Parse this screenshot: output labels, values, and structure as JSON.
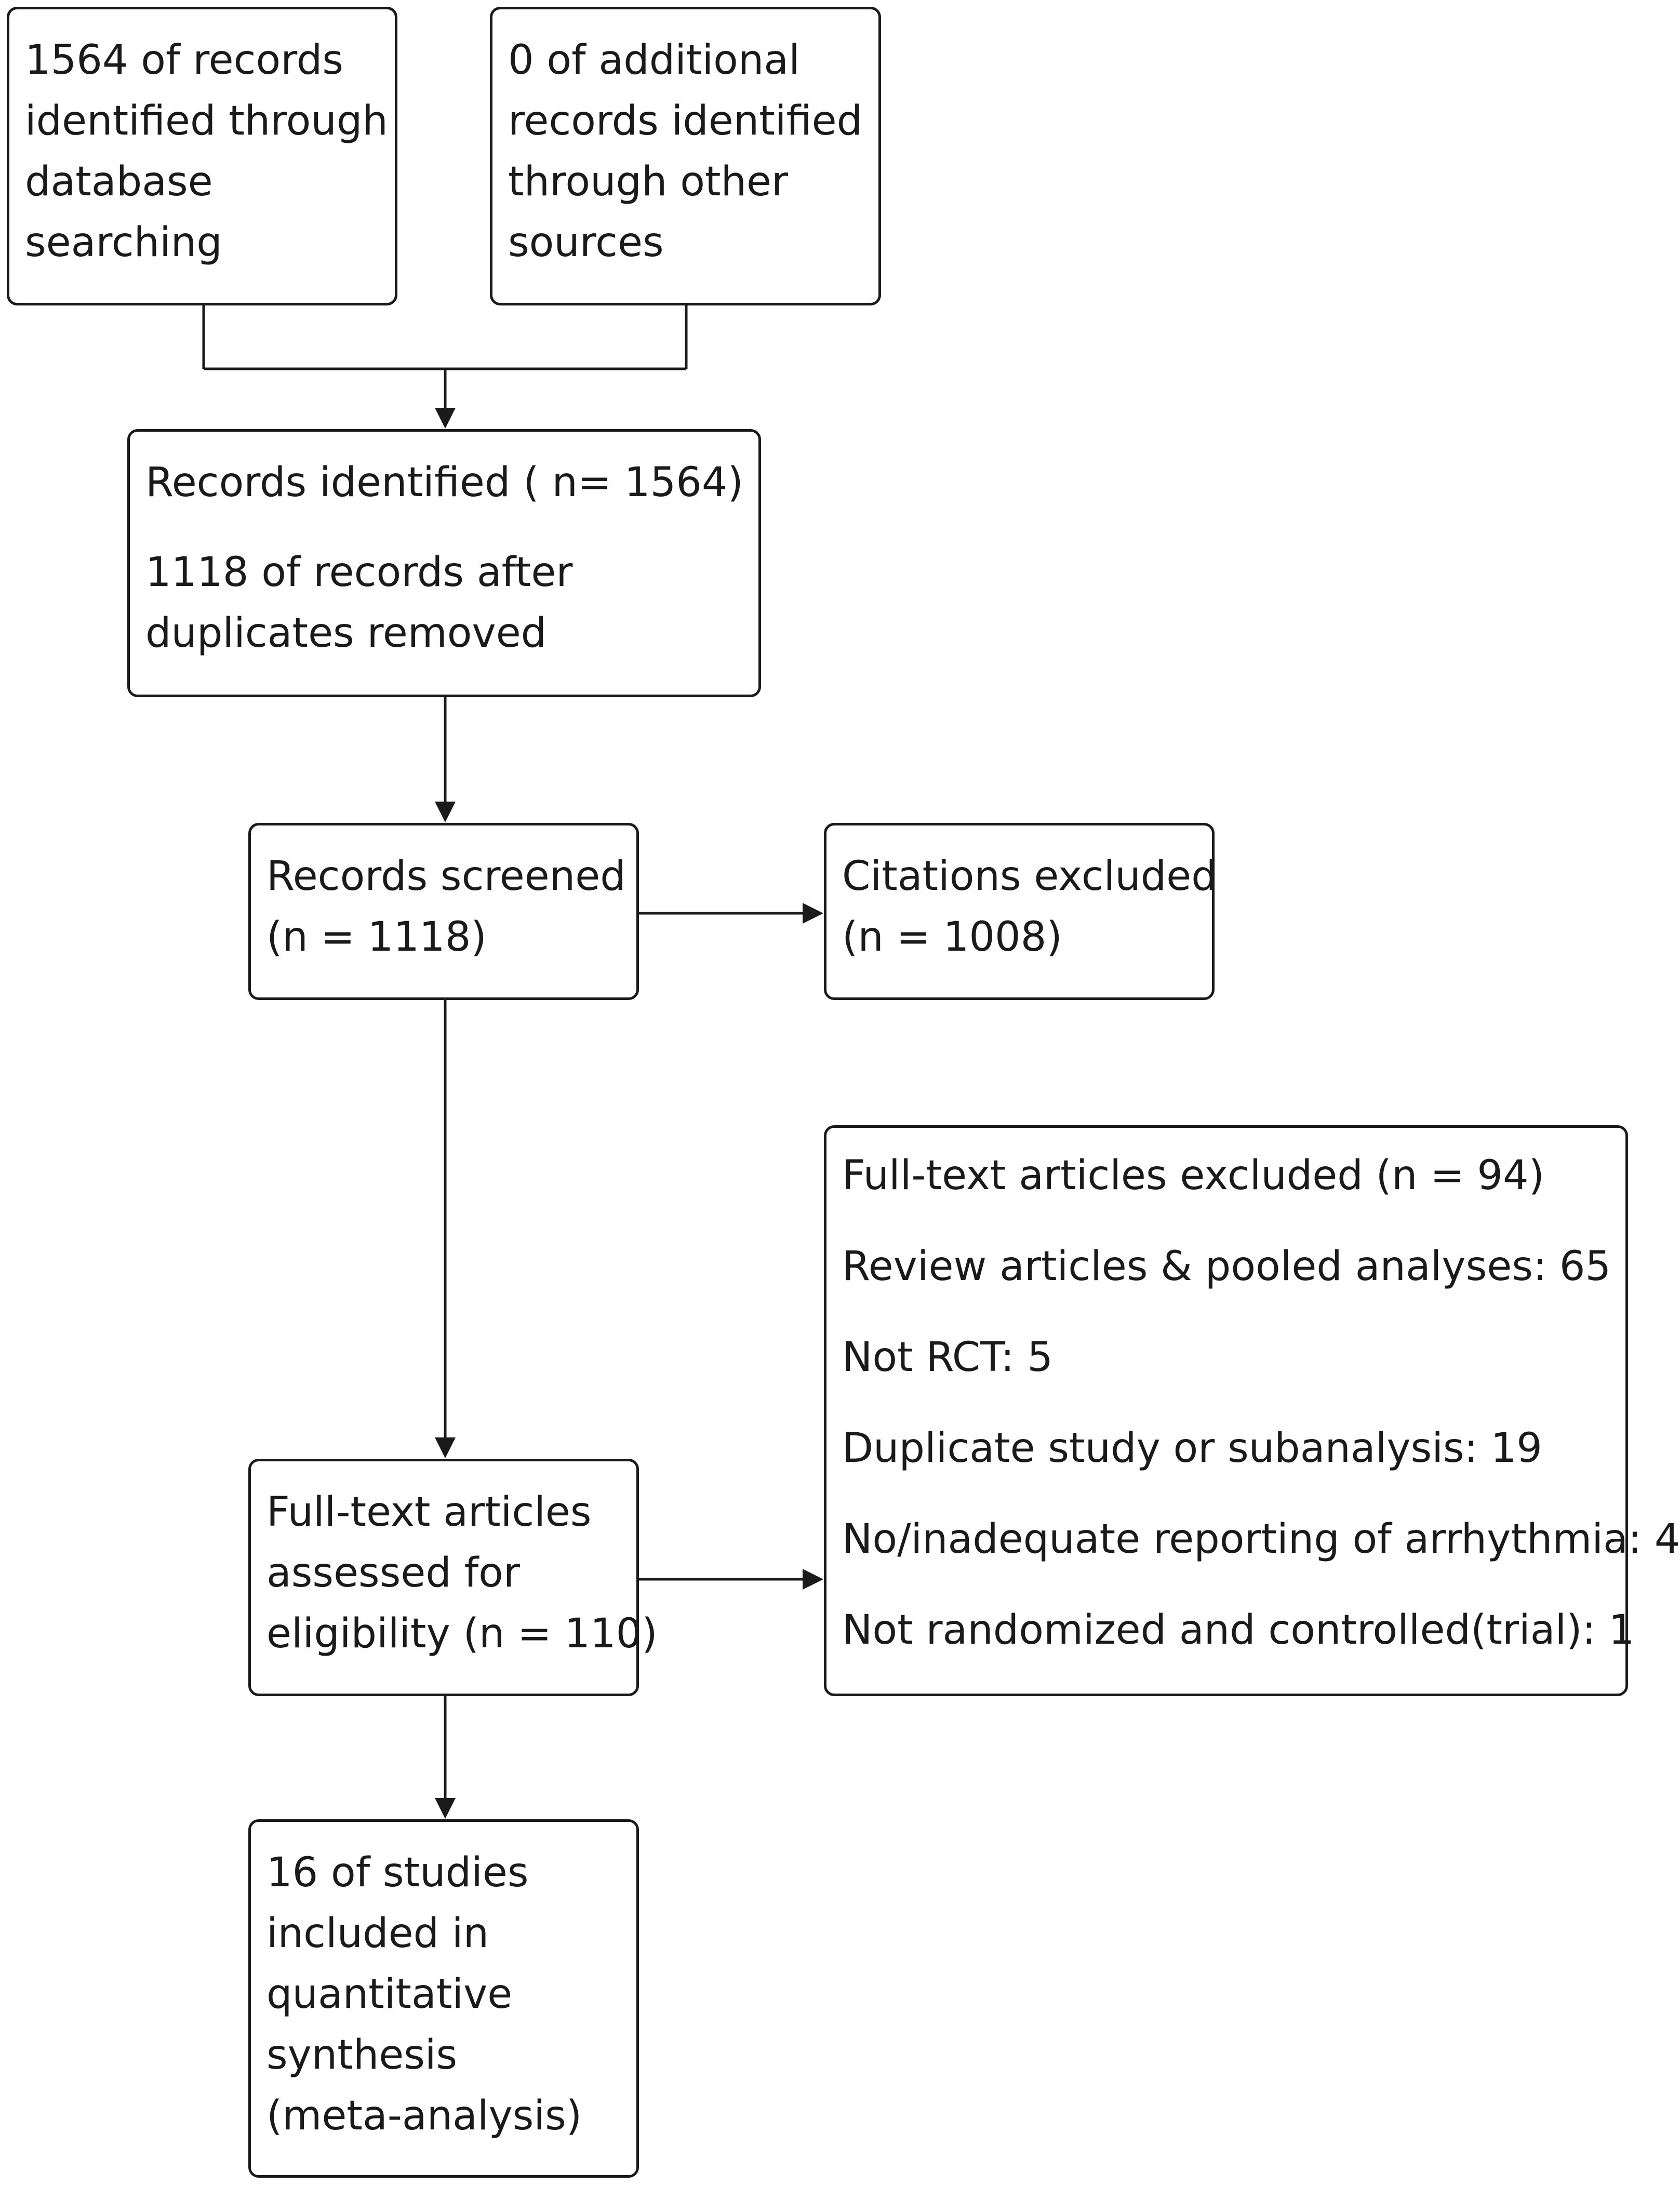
{
  "boxes": {
    "database_records": {
      "lines": [
        "1564 of records",
        "identified through",
        "database",
        "searching"
      ]
    },
    "other_records": {
      "lines": [
        "0 of additional",
        "records identified",
        "through other",
        "sources"
      ]
    },
    "records_identified": {
      "title": "Records identified ( n= 1564)",
      "lines": [
        "1118 of records after",
        "duplicates removed"
      ]
    },
    "records_screened": {
      "lines": [
        "Records screened",
        "(n = 1118)"
      ]
    },
    "citations_excluded": {
      "lines": [
        "Citations excluded",
        "(n = 1008)"
      ]
    },
    "fulltext_assessed": {
      "lines": [
        "Full-text articles",
        "assessed for",
        "eligibility (n = 110)"
      ]
    },
    "fulltext_excluded": {
      "lines": [
        "Full-text articles excluded (n = 94)",
        "Review articles & pooled analyses: 65",
        "Not RCT: 5",
        "Duplicate study or subanalysis: 19",
        "No/inadequate reporting of arrhythmia: 4",
        "Not randomized and controlled(trial): 1"
      ]
    },
    "studies_included": {
      "lines": [
        "16 of studies",
        "included in",
        "quantitative",
        "synthesis",
        "(meta-analysis)"
      ]
    }
  }
}
